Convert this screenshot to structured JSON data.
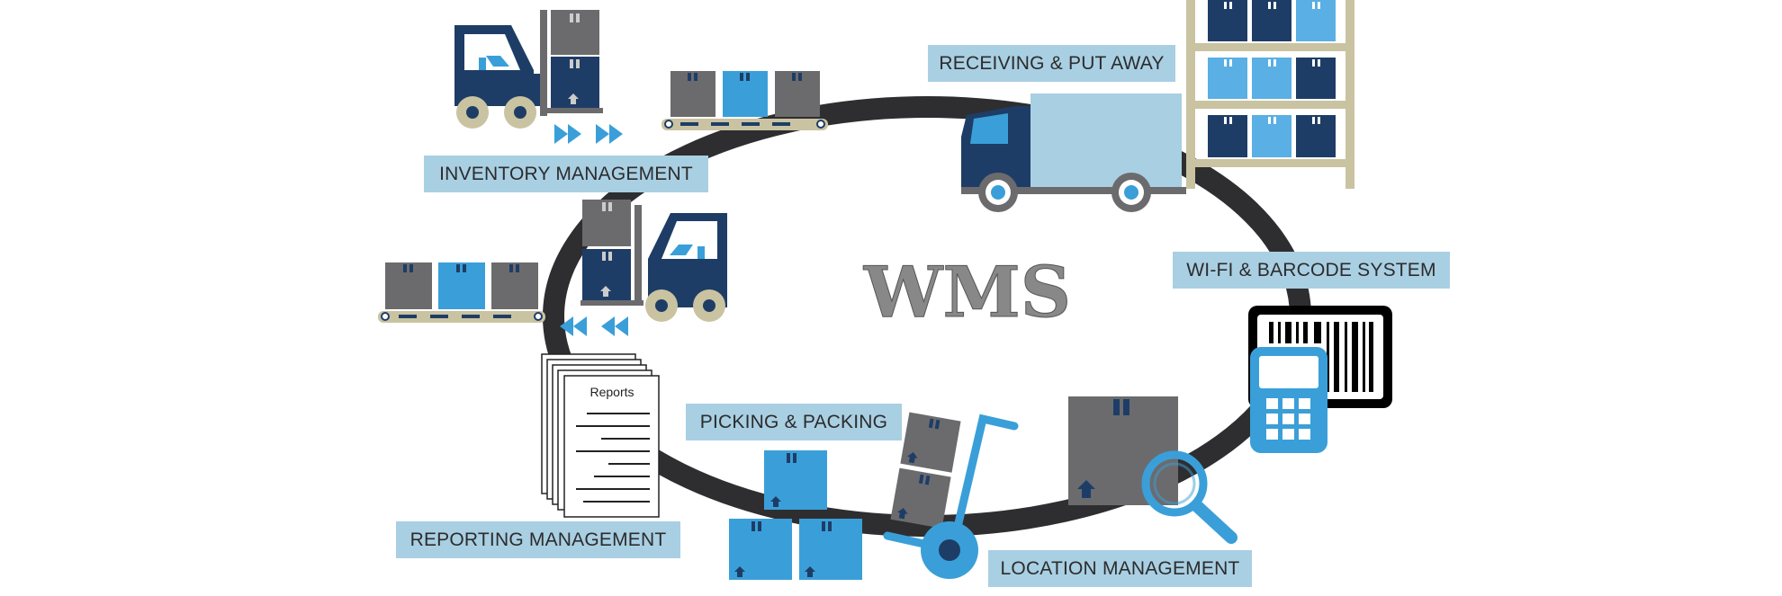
{
  "center_title": "WMS",
  "labels": {
    "receiving": "RECEIVING & PUT AWAY",
    "inventory": "INVENTORY MANAGEMENT",
    "wifi_barcode": "WI-FI & BARCODE SYSTEM",
    "picking": "PICKING & PACKING",
    "reporting": "REPORTING MANAGEMENT",
    "location": "LOCATION MANAGEMENT"
  },
  "reports_doc_title": "Reports",
  "icons": [
    "forklift-icon",
    "conveyor-icon",
    "truck-icon",
    "shelving-icon",
    "barcode-scanner-icon",
    "magnifier-icon",
    "hand-truck-icon",
    "box-icon",
    "reports-document-icon"
  ],
  "colors": {
    "label_bg": "#a9cfe3",
    "navy": "#1e3d66",
    "medium_blue": "#3a9fd8",
    "light_blue": "#5aafe4",
    "gray_box": "#6b6b6e",
    "track": "#2e2e30",
    "beige": "#c9c3a1"
  }
}
